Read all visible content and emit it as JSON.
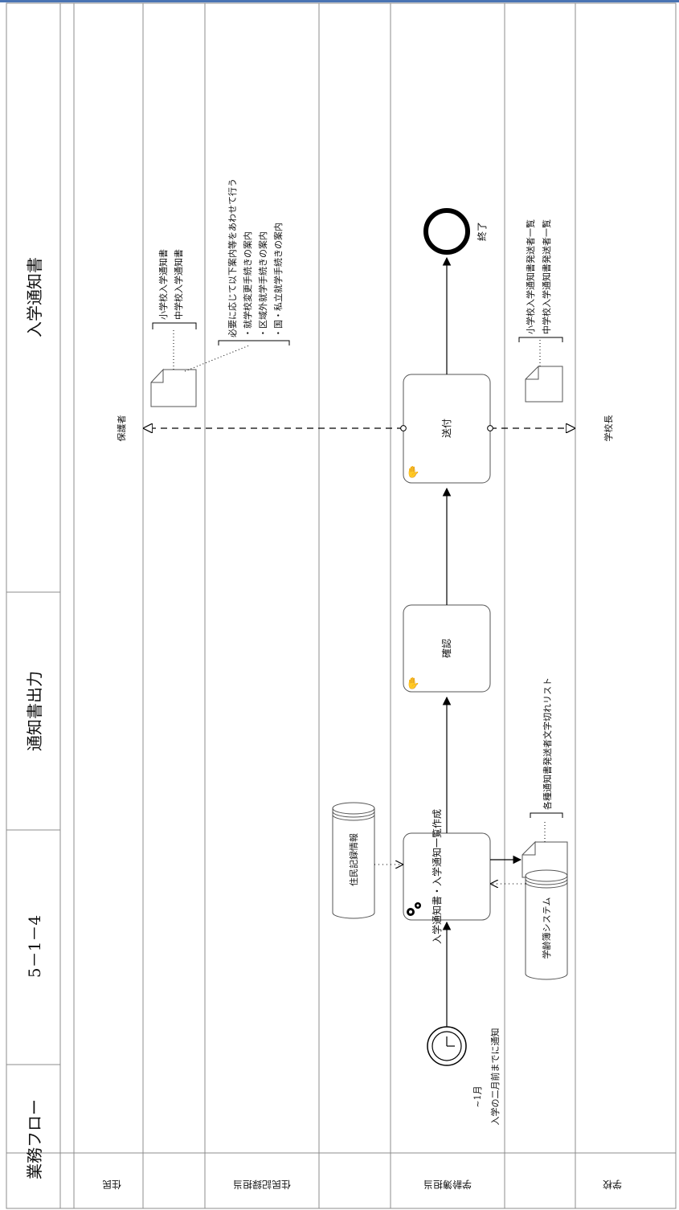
{
  "header": {
    "business_flow": "業務フロー",
    "doc_number": "5－1－4",
    "process_name": "通知書出力",
    "sub_process": "入学通知書"
  },
  "lanes": {
    "jumin": "住民",
    "juminkiroku_tanto": "住民記録担当",
    "gakurei_tanto": "学齢簿担当",
    "gakko": "学校"
  },
  "participants": {
    "guardian": "保護者",
    "principal": "学校長"
  },
  "tasks": {
    "create": "入学通知書・入学通知一覧作成",
    "confirm": "確認",
    "send": "送付"
  },
  "events": {
    "start_timer_line1": "~1月",
    "start_timer_line2": "入学の二月前までに通知",
    "end": "終了"
  },
  "data_stores": {
    "resident_info": "住民記録情報",
    "school_age_system": "学齢簿システム"
  },
  "annotations": {
    "guardian_doc_line1": "小学校入学通知書",
    "guardian_doc_line2": "中学校入学通知書",
    "guide_line1": "必要に応じて以下案内等をあわせて行う",
    "guide_line2": "・就学校変更手続きの案内",
    "guide_line3": "・区域外就学手続きの案内",
    "guide_line4": "・国・私立就学手続きの案内",
    "create_output": "各種通知書発送者文字切れリスト",
    "principal_doc_line1": "小学校入学通知書発送者一覧",
    "principal_doc_line2": "中学校入学通知書発送者一覧"
  },
  "colors": {
    "top_bar": "#4a74b3",
    "line": "#000000",
    "grid": "#8c8c8c"
  }
}
